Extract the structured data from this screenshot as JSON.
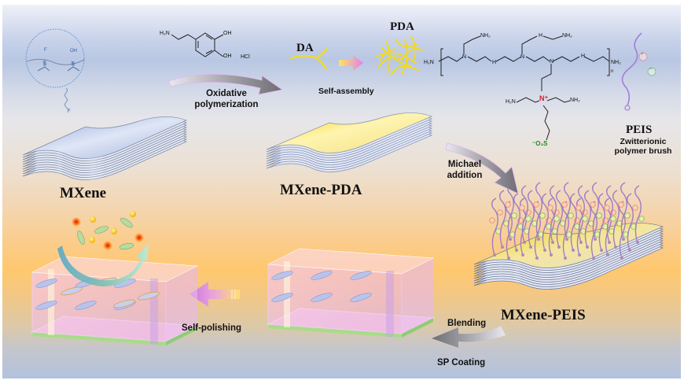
{
  "figure": {
    "type": "schematic-diagram",
    "colors": {
      "pda_yellow": "#f5d80a",
      "mxene_blue": "#9fb2dc",
      "peis_purple": "#a98ad0",
      "cation_red": "#d9263b",
      "anion_green": "#2e9a3c",
      "coating_pink": "#f4c4e4",
      "substrate_green": "#a8dc8a"
    }
  },
  "stages": {
    "mxene": {
      "label": "MXene",
      "inset": {
        "groups": [
          "F",
          "OH"
        ],
        "metal": "Ti",
        "tail_label": "F"
      }
    },
    "mxene_pda": {
      "label": "MXene-PDA"
    },
    "mxene_peis": {
      "label": "MXene-PEIS"
    }
  },
  "molecules": {
    "dopamine": {
      "amine": "H₂N",
      "oh1": "OH",
      "oh2": "OH",
      "salt": "HCl"
    },
    "da": {
      "label": "DA"
    },
    "pda": {
      "label": "PDA"
    },
    "pei": {
      "end_left": "H₂N",
      "end_right": "NH₂",
      "repeat": "n",
      "nh2": "NH₂",
      "nh": "H",
      "n": "N",
      "quat_n": "N⁺",
      "sulfonate": "⁻O₃S"
    },
    "peis": {
      "label": "PEIS",
      "desc_line1": "Zwitterionic",
      "desc_line2": "polymer brush",
      "plus": "+",
      "minus": "−"
    }
  },
  "steps": {
    "oxidative": {
      "line1": "Oxidative",
      "line2": "polymerization"
    },
    "self_assembly": {
      "label": "Self-assembly"
    },
    "michael": {
      "line1": "Michael",
      "line2": "addition"
    },
    "blending": {
      "label": "Blending"
    },
    "sp_coating": {
      "label": "SP Coating"
    },
    "self_polishing": {
      "label": "Self-polishing"
    }
  }
}
